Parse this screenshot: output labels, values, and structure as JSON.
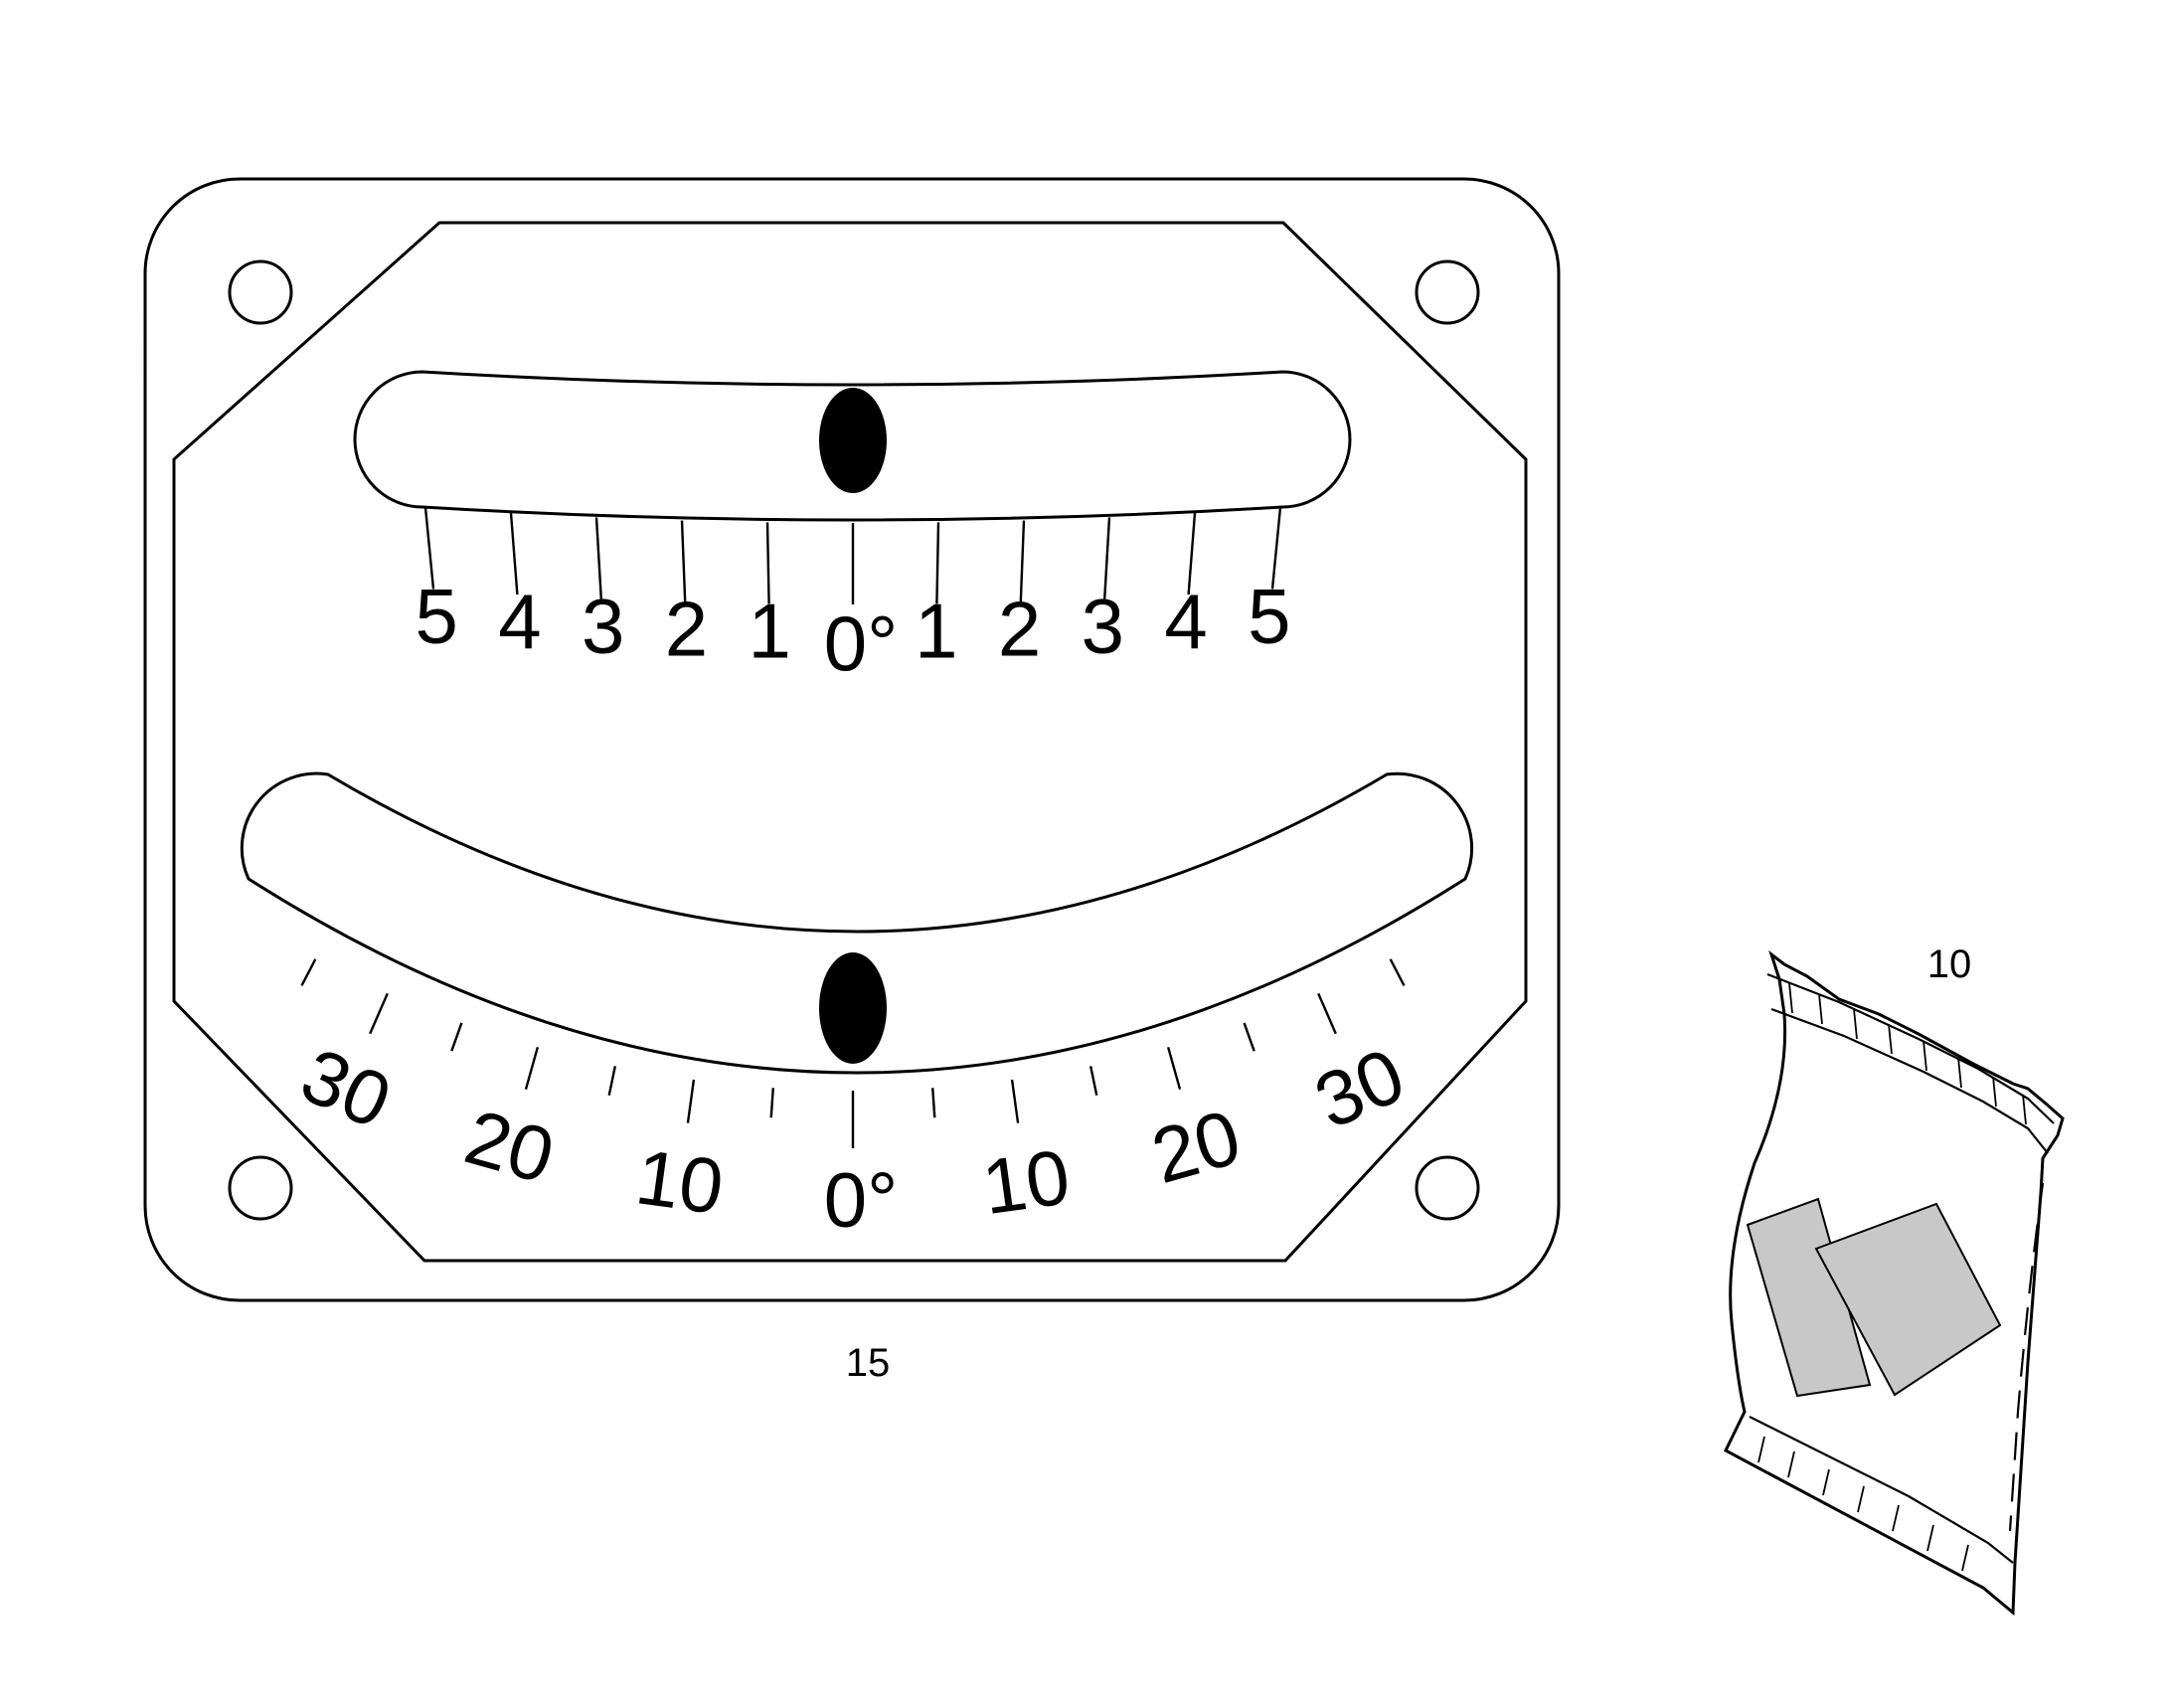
{
  "figure_labels": {
    "clinometer": "15",
    "pouch": "10"
  },
  "upper_scale": {
    "labels": [
      "5",
      "4",
      "3",
      "2",
      "1",
      "0°",
      "1",
      "2",
      "3",
      "4",
      "5"
    ],
    "bubble": {
      "position": 0
    }
  },
  "lower_scale": {
    "labels": [
      "30",
      "20",
      "10",
      "0°",
      "10",
      "20",
      "30"
    ],
    "bubble": {
      "position": 0
    }
  },
  "colors": {
    "line": "#000000",
    "bubble": "#000000",
    "patch": "#c8c8c8",
    "background": "#ffffff"
  }
}
